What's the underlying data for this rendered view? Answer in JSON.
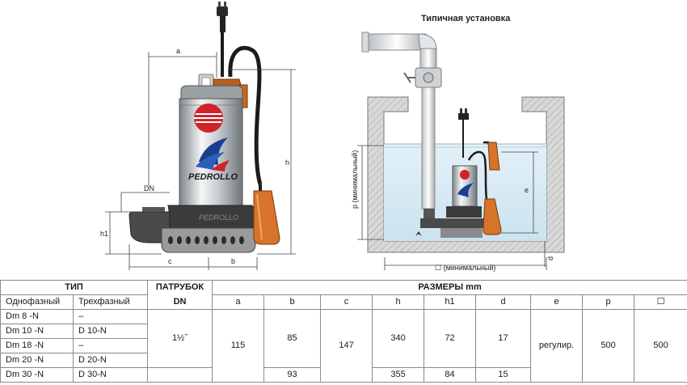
{
  "diagram": {
    "install_title": "Типичная установка",
    "brand": "PEDROLLO",
    "dims": {
      "a": "a",
      "h": "h",
      "dn": "DN",
      "h1": "h1",
      "c": "c",
      "b": "b",
      "e": "e",
      "d": "d"
    },
    "p_label": "p  (минимальный)",
    "min_label": "☐ (минимальный)"
  },
  "table": {
    "header": {
      "type": "ТИП",
      "outlet": "ПАТРУБОК",
      "dims": "РАЗМЕРЫ mm",
      "single": "Однофазный",
      "three": "Трехфазный",
      "dn": "DN",
      "cols": [
        "a",
        "b",
        "c",
        "h",
        "h1",
        "d",
        "e",
        "p",
        "☐"
      ]
    },
    "models": [
      {
        "single": "Dm 8  -N",
        "three": "–"
      },
      {
        "single": "Dm 10 -N",
        "three": "D 10-N"
      },
      {
        "single": "Dm 18 -N",
        "three": "–"
      },
      {
        "single": "Dm 20 -N",
        "three": "D 20-N"
      },
      {
        "single": "Dm 30 -N",
        "three": "D 30-N"
      }
    ],
    "dn": "1½˝",
    "a": "115",
    "b": [
      "85",
      "93"
    ],
    "c": "147",
    "h": [
      "340",
      "355"
    ],
    "h1": [
      "72",
      "84"
    ],
    "d": [
      "17",
      "15"
    ],
    "e": "регулир.",
    "p": "500",
    "sq": "500"
  }
}
